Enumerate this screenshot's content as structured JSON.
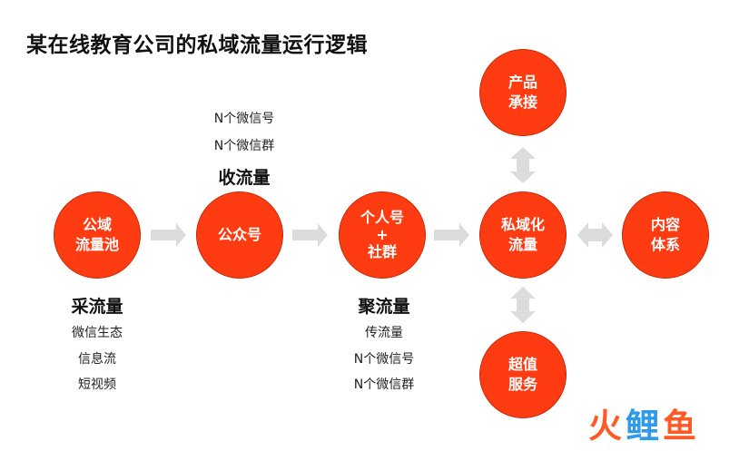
{
  "title": "某在线教育公司的私域流量运行逻辑",
  "nodes": {
    "public_pool": {
      "line1": "公域",
      "line2": "流量池"
    },
    "official_account": {
      "line1": "公众号"
    },
    "personal_group": {
      "line1": "个人号",
      "line2": "+",
      "line3": "社群"
    },
    "private_traffic": {
      "line1": "私域化",
      "line2": "流量"
    },
    "product": {
      "line1": "产品",
      "line2": "承接"
    },
    "content": {
      "line1": "内容",
      "line2": "体系"
    },
    "service": {
      "line1": "超值",
      "line2": "服务"
    }
  },
  "stages": {
    "collect": {
      "heading": "采流量",
      "items": [
        "微信生态",
        "信息流",
        "短视频"
      ]
    },
    "receive": {
      "heading": "收流量",
      "items": [
        "N个微信号",
        "N个微信群"
      ]
    },
    "gather": {
      "heading": "聚流量",
      "items": [
        "传流量",
        "N个微信号",
        "N个微信群"
      ]
    }
  },
  "logo": {
    "char1": "火",
    "char2": "鲤",
    "char3": "鱼"
  },
  "colors": {
    "node_fill": "#ff3b12",
    "arrow": "#dcdcdc",
    "text": "#111111"
  }
}
